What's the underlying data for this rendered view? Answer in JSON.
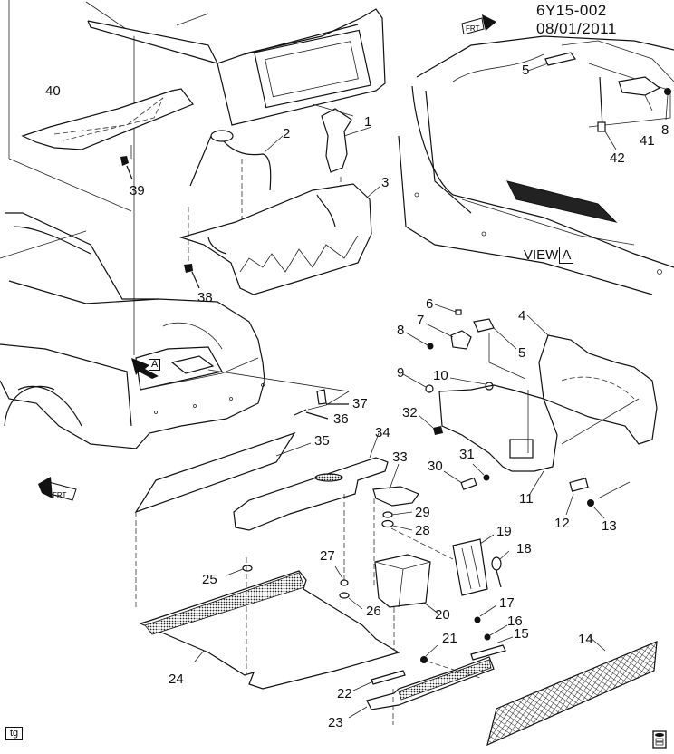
{
  "header": {
    "diagram_id": "6Y15-002",
    "date": "08/01/2011"
  },
  "view_label": {
    "prefix": "VIEW",
    "letter": "A"
  },
  "detail_marker": "A",
  "footer": {
    "tag": "tg"
  },
  "icons": {
    "front_direction_top": "front-arrow-icon",
    "front_direction_left": "front-arrow-icon",
    "reference_book": "manual-book-icon"
  },
  "front_arrow_text": "FRT",
  "callouts": [
    {
      "id": "1",
      "text": "1"
    },
    {
      "id": "2",
      "text": "2"
    },
    {
      "id": "3",
      "text": "3"
    },
    {
      "id": "4",
      "text": "4"
    },
    {
      "id": "5a",
      "text": "5"
    },
    {
      "id": "5b",
      "text": "5"
    },
    {
      "id": "6",
      "text": "6"
    },
    {
      "id": "7",
      "text": "7"
    },
    {
      "id": "8a",
      "text": "8"
    },
    {
      "id": "8b",
      "text": "8"
    },
    {
      "id": "9",
      "text": "9"
    },
    {
      "id": "10",
      "text": "10"
    },
    {
      "id": "11",
      "text": "11"
    },
    {
      "id": "12",
      "text": "12"
    },
    {
      "id": "13",
      "text": "13"
    },
    {
      "id": "14",
      "text": "14"
    },
    {
      "id": "15",
      "text": "15"
    },
    {
      "id": "16",
      "text": "16"
    },
    {
      "id": "17",
      "text": "17"
    },
    {
      "id": "18",
      "text": "18"
    },
    {
      "id": "19",
      "text": "19"
    },
    {
      "id": "20",
      "text": "20"
    },
    {
      "id": "21",
      "text": "21"
    },
    {
      "id": "22",
      "text": "22"
    },
    {
      "id": "23",
      "text": "23"
    },
    {
      "id": "24",
      "text": "24"
    },
    {
      "id": "25",
      "text": "25"
    },
    {
      "id": "26",
      "text": "26"
    },
    {
      "id": "27",
      "text": "27"
    },
    {
      "id": "28",
      "text": "28"
    },
    {
      "id": "29",
      "text": "29"
    },
    {
      "id": "30",
      "text": "30"
    },
    {
      "id": "31",
      "text": "31"
    },
    {
      "id": "32",
      "text": "32"
    },
    {
      "id": "33",
      "text": "33"
    },
    {
      "id": "34",
      "text": "34"
    },
    {
      "id": "35",
      "text": "35"
    },
    {
      "id": "36",
      "text": "36"
    },
    {
      "id": "37",
      "text": "37"
    },
    {
      "id": "38",
      "text": "38"
    },
    {
      "id": "39",
      "text": "39"
    },
    {
      "id": "40",
      "text": "40"
    },
    {
      "id": "41",
      "text": "41"
    },
    {
      "id": "42",
      "text": "42"
    }
  ]
}
